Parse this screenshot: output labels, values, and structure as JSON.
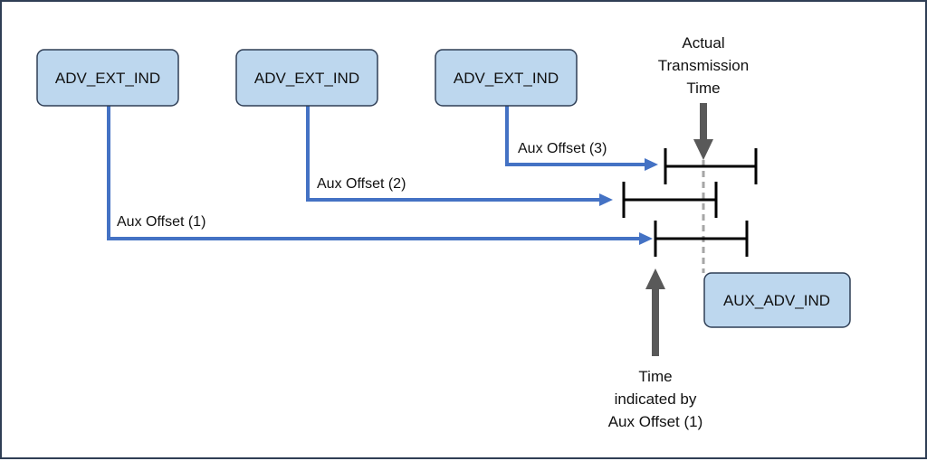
{
  "boxes": {
    "adv1": "ADV_EXT_IND",
    "adv2": "ADV_EXT_IND",
    "adv3": "ADV_EXT_IND",
    "aux": "AUX_ADV_IND"
  },
  "offsets": {
    "o1": "Aux Offset (1)",
    "o2": "Aux Offset (2)",
    "o3": "Aux Offset (3)"
  },
  "annotations": {
    "actual_line1": "Actual",
    "actual_line2": "Transmission",
    "actual_line3": "Time",
    "indicated_line1": "Time",
    "indicated_line2": "indicated by",
    "indicated_line3": "Aux Offset (1)"
  },
  "colors": {
    "box_fill": "#bdd7ee",
    "box_stroke": "#2f3e55",
    "offset_line": "#4472c4",
    "bracket": "#000000",
    "arrow_gray": "#595959",
    "dashed": "#a6a6a6"
  }
}
